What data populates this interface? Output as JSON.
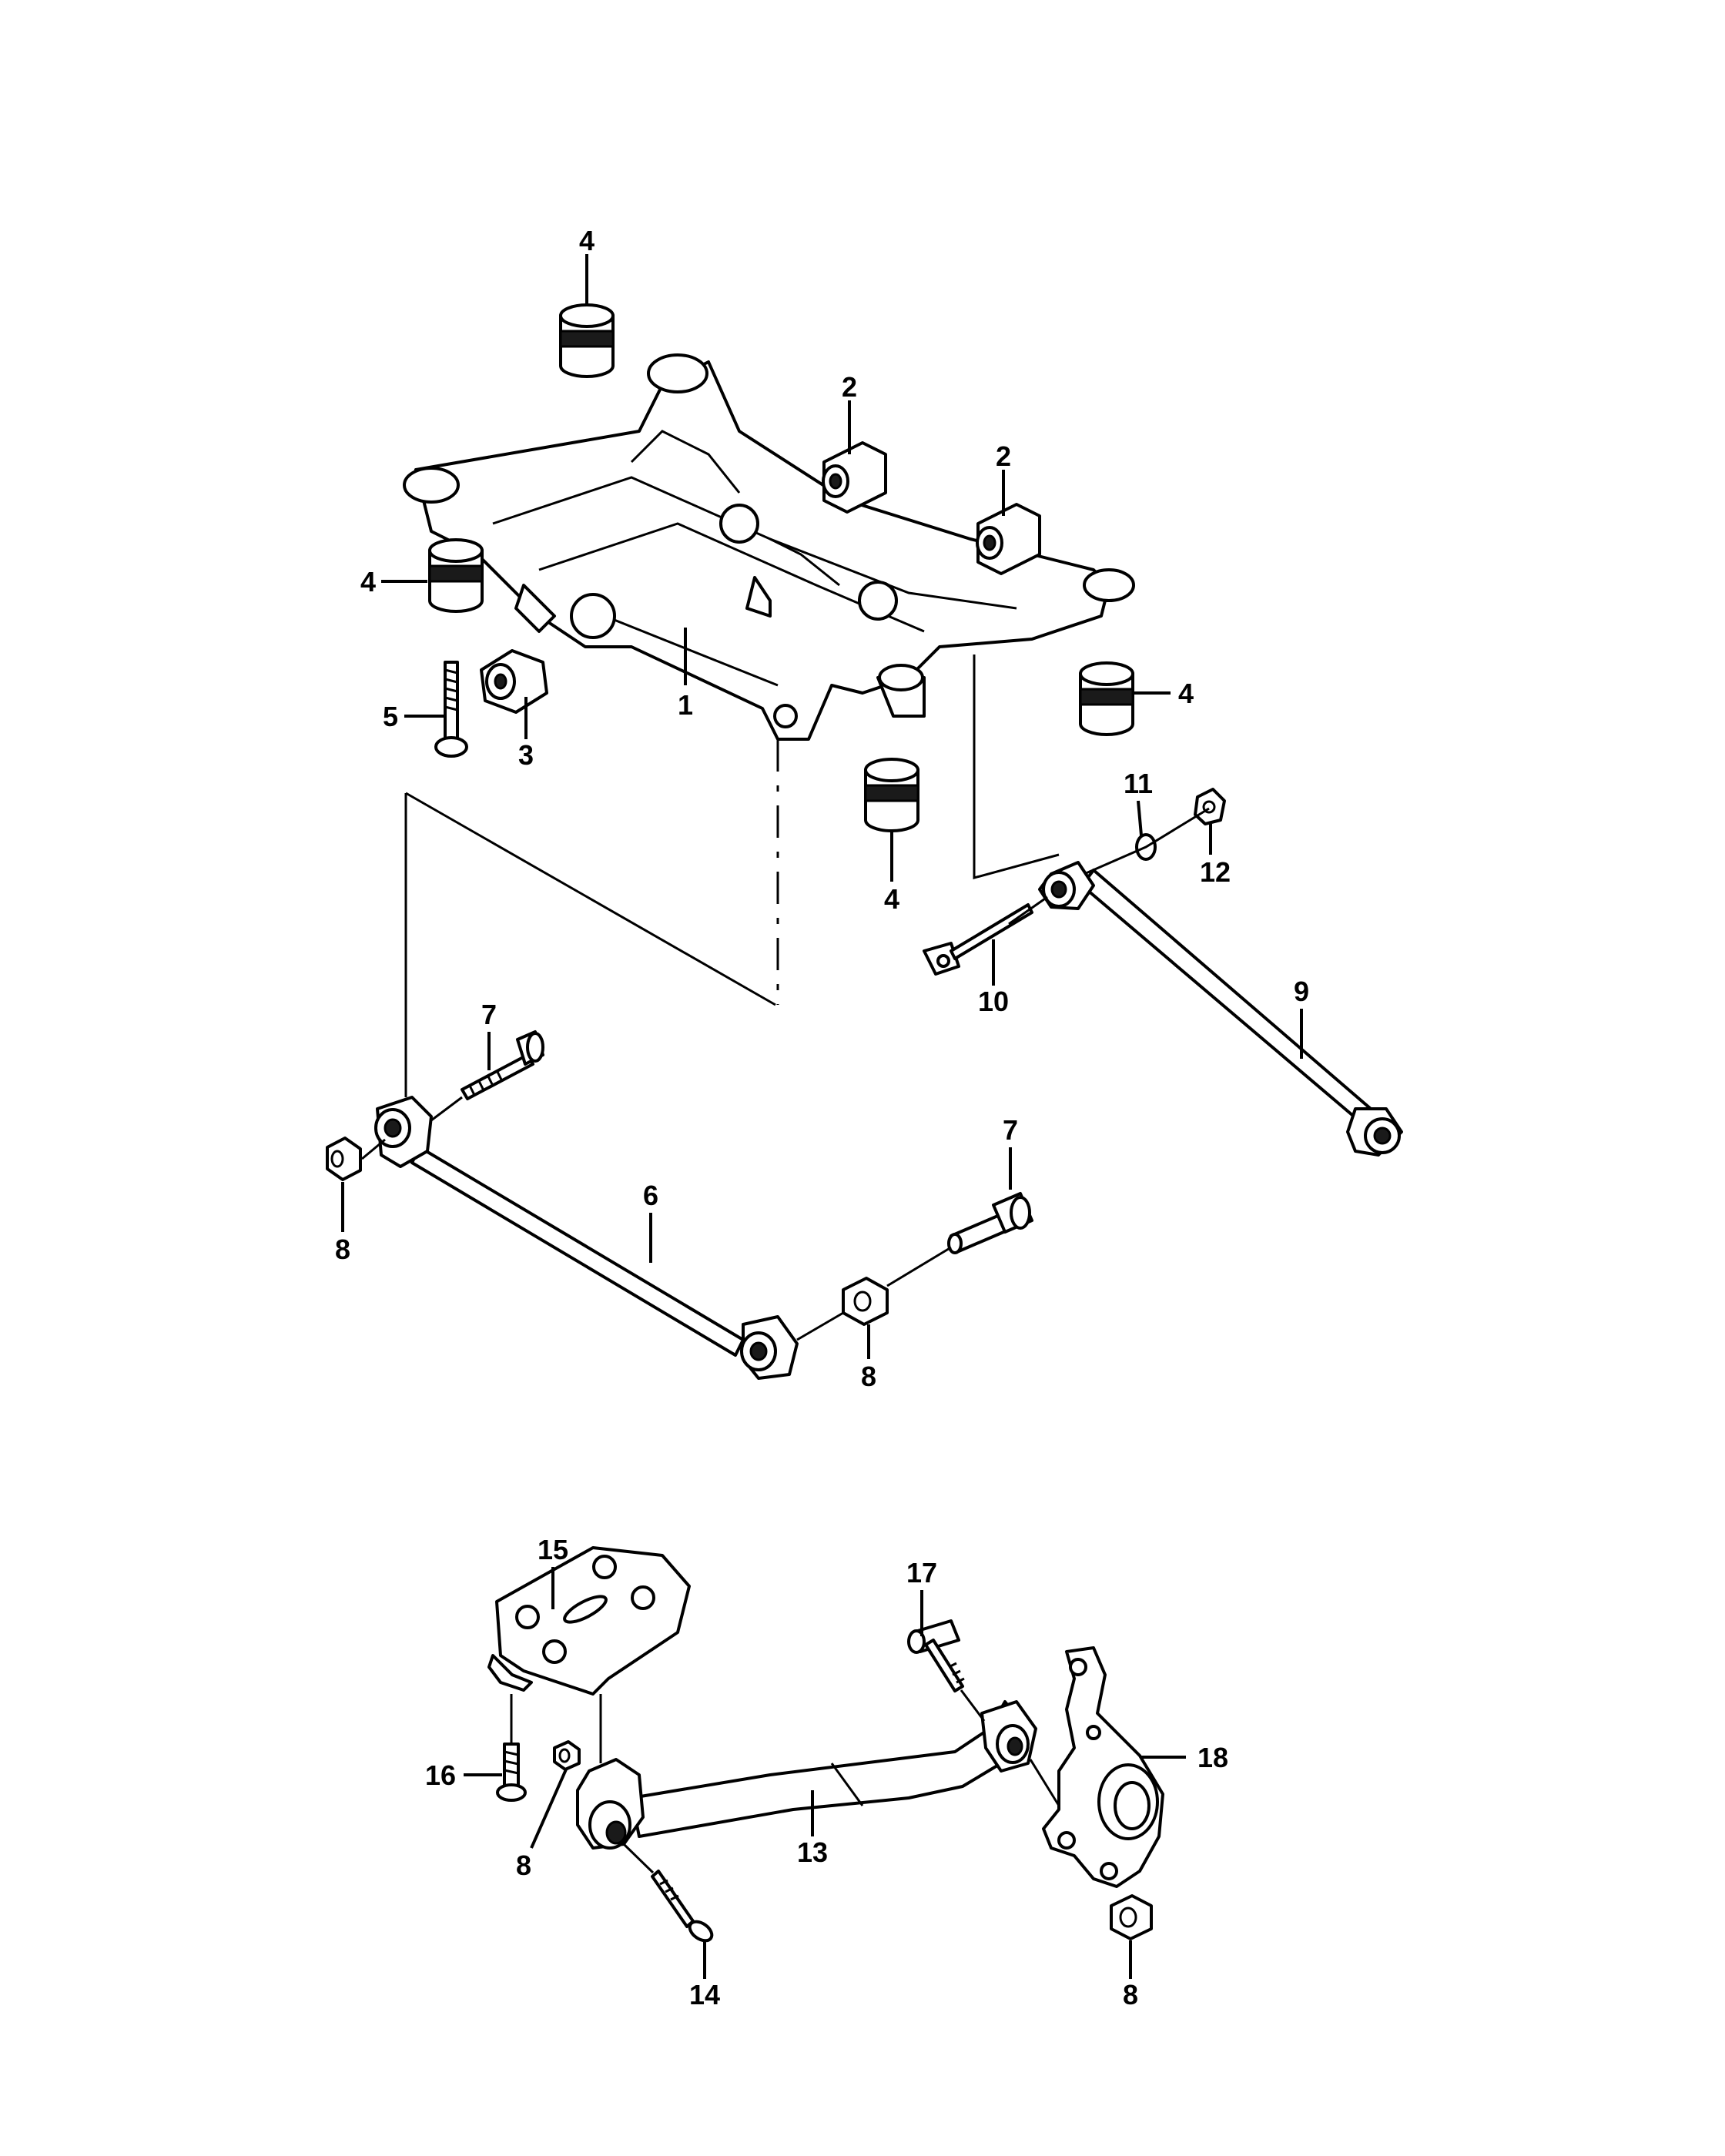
{
  "colors": {
    "line": "#000000",
    "background": "#ffffff"
  },
  "callouts": [
    {
      "id": "c4a",
      "label": "4"
    },
    {
      "id": "c2a",
      "label": "2"
    },
    {
      "id": "c2b",
      "label": "2"
    },
    {
      "id": "c4b",
      "label": "4"
    },
    {
      "id": "c4c",
      "label": "4"
    },
    {
      "id": "c5",
      "label": "5"
    },
    {
      "id": "c3",
      "label": "3"
    },
    {
      "id": "c1",
      "label": "1"
    },
    {
      "id": "c11",
      "label": "11"
    },
    {
      "id": "c12",
      "label": "12"
    },
    {
      "id": "c4d",
      "label": "4"
    },
    {
      "id": "c10",
      "label": "10"
    },
    {
      "id": "c9",
      "label": "9"
    },
    {
      "id": "c7a",
      "label": "7"
    },
    {
      "id": "c8a",
      "label": "8"
    },
    {
      "id": "c6",
      "label": "6"
    },
    {
      "id": "c7b",
      "label": "7"
    },
    {
      "id": "c8b",
      "label": "8"
    },
    {
      "id": "c15",
      "label": "15"
    },
    {
      "id": "c17",
      "label": "17"
    },
    {
      "id": "c16",
      "label": "16"
    },
    {
      "id": "c18",
      "label": "18"
    },
    {
      "id": "c8c",
      "label": "8"
    },
    {
      "id": "c13",
      "label": "13"
    },
    {
      "id": "c14",
      "label": "14"
    },
    {
      "id": "c8d",
      "label": "8"
    }
  ]
}
